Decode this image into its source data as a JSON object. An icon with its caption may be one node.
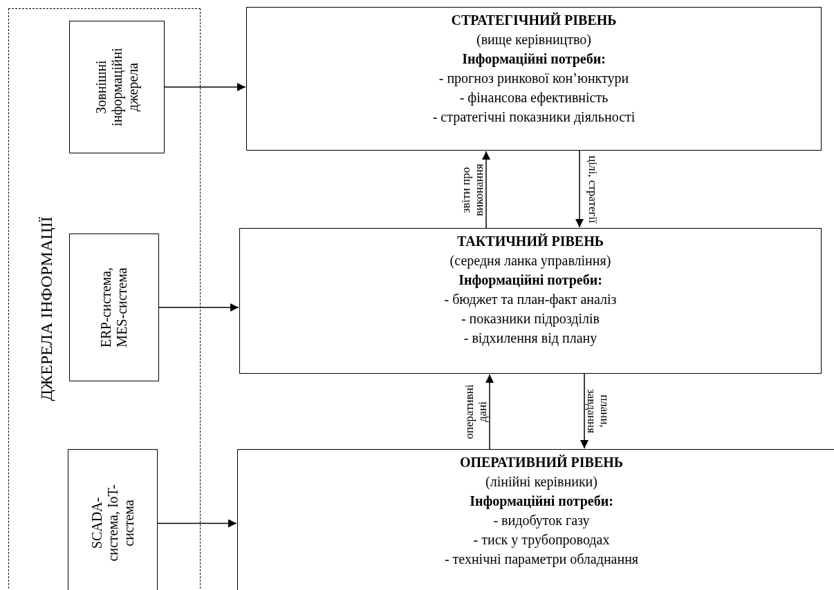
{
  "diagram": {
    "nodes": [
      {
        "text": [
          "ДЖЕРЕЛА ІНФОРМАЦІЇ"
        ]
      },
      {
        "text": [
          "Зовнішні інформаційні джерела"
        ],
        "in": 0
      },
      {
        "text": [
          "ERP-система, MES-система"
        ],
        "in": 0
      },
      {
        "text": [
          "SCADA-система, IoT-система"
        ],
        "in": 0
      },
      {
        "text": [
          "СТРАТЕГІЧНИЙ РІВЕНЬ",
          "(вище керівництво)",
          "Інформаційні потреби:",
          "- прогноз ринкової кон’юнктури",
          "- фінансова ефективність",
          "- стратегічні показники діяльності"
        ]
      },
      {
        "text": [
          "ТАКТИЧНИЙ РІВЕНЬ",
          "(середня ланка управління)",
          "Інформаційні потреби:",
          "- бюджет та план-факт аналіз",
          "- показники підрозділів",
          "- відхилення від плану"
        ]
      },
      {
        "text": [
          "ОПЕРАТИВНИЙ РІВЕНЬ",
          "(лінійні керівники)",
          "Інформаційні потреби:",
          "- видобуток газу",
          "- тиск у трубопроводах",
          "- технічні параметри обладнання"
        ]
      }
    ],
    "edges": [
      {
        "from": 1,
        "to": 4,
        "arrow": "to"
      },
      {
        "from": 2,
        "to": 5,
        "arrow": "to"
      },
      {
        "from": 3,
        "to": 6,
        "arrow": "to"
      },
      {
        "from": 5,
        "to": 4,
        "arrow": "to",
        "label": "звіти про виконання"
      },
      {
        "from": 4,
        "to": 5,
        "arrow": "to",
        "label": "цілі, стратегії"
      },
      {
        "from": 6,
        "to": 5,
        "arrow": "to",
        "label": "оперативні дані"
      },
      {
        "from": 5,
        "to": 6,
        "arrow": "to",
        "label": "плани, завдання"
      }
    ]
  }
}
